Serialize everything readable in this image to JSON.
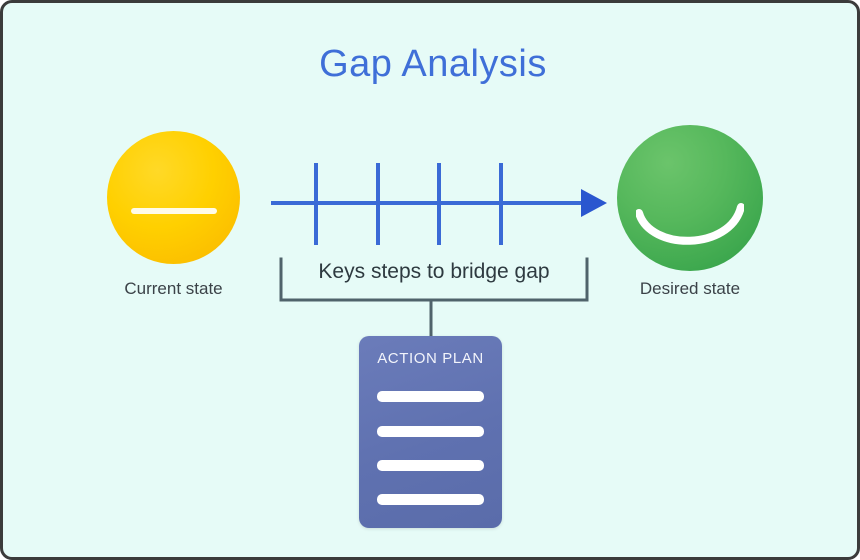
{
  "diagram": {
    "title": "Gap Analysis",
    "background_color": "#e6fbf7",
    "border_color": "#3b3b3b",
    "title_color": "#3f6fd8"
  },
  "current_state": {
    "label": "Current state",
    "face": "neutral-face",
    "color": "#ffd000",
    "mouth": "flat-line"
  },
  "desired_state": {
    "label": "Desired state",
    "face": "smiling-face",
    "color": "#3fa94f",
    "mouth": "smile-arc"
  },
  "timeline": {
    "name": "progress-arrow",
    "color": "#3a6ad6",
    "tick_count": 4,
    "direction": "left-to-right"
  },
  "bracket": {
    "caption": "Keys steps to bridge gap",
    "color": "#50636b"
  },
  "action_plan": {
    "title": "ACTION PLAN",
    "card_color": "#5f71b0",
    "line_count": 4,
    "lines": [
      "",
      "",
      "",
      ""
    ]
  }
}
